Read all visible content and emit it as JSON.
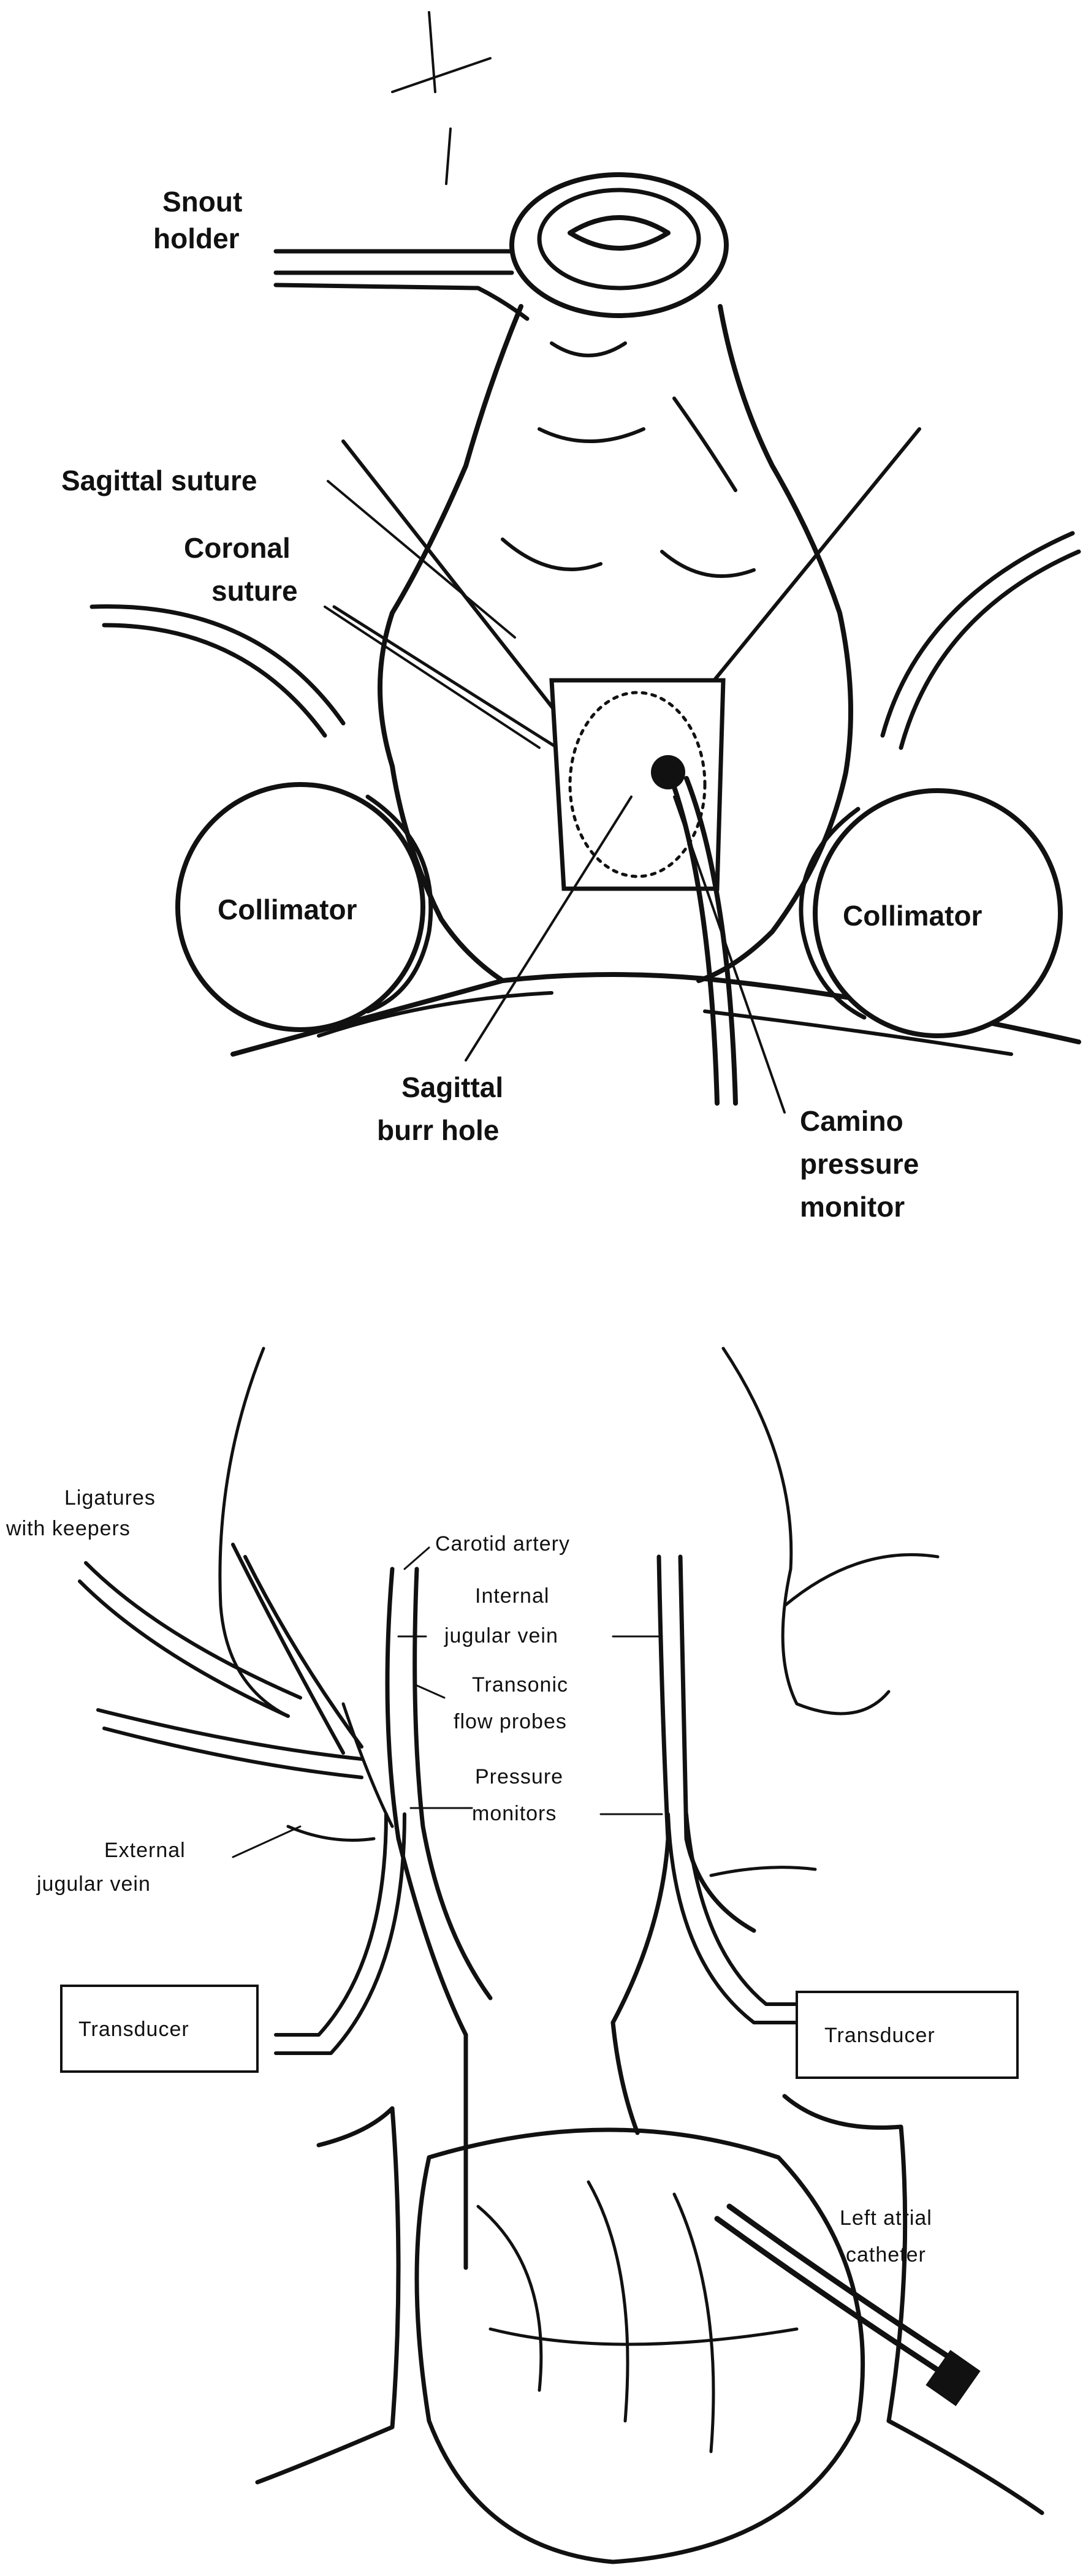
{
  "top_figure": {
    "labels": {
      "snout_holder_l1": "Snout",
      "snout_holder_l2": "holder",
      "sagittal_suture": "Sagittal suture",
      "coronal_suture_l1": "Coronal",
      "coronal_suture_l2": "suture",
      "collimator_left": "Collimator",
      "collimator_right": "Collimator",
      "sagittal_burr_l1": "Sagittal",
      "sagittal_burr_l2": "burr hole",
      "camino_l1": "Camino",
      "camino_l2": "pressure",
      "camino_l3": "monitor"
    }
  },
  "bottom_figure": {
    "labels": {
      "ligatures_l1": "Ligatures",
      "ligatures_l2": "with keepers",
      "carotid": "Carotid artery",
      "internal_jugular_l1": "Internal",
      "internal_jugular_l2": "jugular vein",
      "transonic_l1": "Transonic",
      "transonic_l2": "flow probes",
      "pressure_l1": "Pressure",
      "pressure_l2": "monitors",
      "external_jugular_l1": "External",
      "external_jugular_l2": "jugular vein",
      "transducer_left": "Transducer",
      "transducer_right": "Transducer",
      "left_atrial_l1": "Left atrial",
      "left_atrial_l2": "catheter"
    }
  }
}
